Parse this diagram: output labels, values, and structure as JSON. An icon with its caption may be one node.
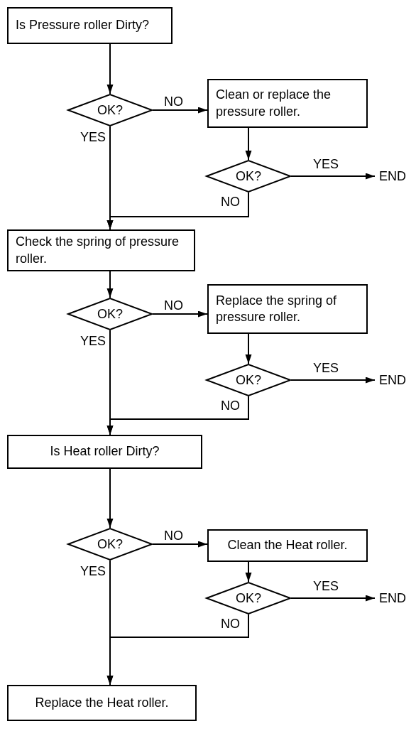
{
  "diagram": {
    "nodes": [
      {
        "text": [
          "Is Pressure roller Dirty?"
        ]
      },
      {
        "text": [
          "OK?"
        ]
      },
      {
        "text": [
          "Clean or replace the pressure roller."
        ]
      },
      {
        "text": [
          "OK?"
        ]
      },
      {
        "text": [
          "END"
        ]
      },
      {
        "text": [
          "Check the spring of pressure roller."
        ]
      },
      {
        "text": [
          "OK?"
        ]
      },
      {
        "text": [
          "Replace the spring of pressure roller."
        ]
      },
      {
        "text": [
          "OK?"
        ]
      },
      {
        "text": [
          "END"
        ]
      },
      {
        "text": [
          "Is Heat roller Dirty?"
        ]
      },
      {
        "text": [
          "OK?"
        ]
      },
      {
        "text": [
          "Clean the Heat roller."
        ]
      },
      {
        "text": [
          "OK?"
        ]
      },
      {
        "text": [
          "END"
        ]
      },
      {
        "text": [
          "Replace the Heat roller."
        ]
      }
    ],
    "edges": [
      {
        "from": 0,
        "to": 1,
        "arrow": "to"
      },
      {
        "from": 1,
        "to": 2,
        "arrow": "to",
        "label": "NO"
      },
      {
        "from": 1,
        "to": 5,
        "arrow": "to",
        "label": "YES"
      },
      {
        "from": 2,
        "to": 3,
        "arrow": "to"
      },
      {
        "from": 3,
        "to": 4,
        "arrow": "to",
        "label": "YES"
      },
      {
        "from": 3,
        "to": 5,
        "arrow": "to",
        "label": "NO"
      },
      {
        "from": 5,
        "to": 6,
        "arrow": "to"
      },
      {
        "from": 6,
        "to": 7,
        "arrow": "to",
        "label": "NO"
      },
      {
        "from": 6,
        "to": 10,
        "arrow": "to",
        "label": "YES"
      },
      {
        "from": 7,
        "to": 8,
        "arrow": "to"
      },
      {
        "from": 8,
        "to": 9,
        "arrow": "to",
        "label": "YES"
      },
      {
        "from": 8,
        "to": 10,
        "arrow": "to",
        "label": "NO"
      },
      {
        "from": 10,
        "to": 11,
        "arrow": "to"
      },
      {
        "from": 11,
        "to": 12,
        "arrow": "to",
        "label": "NO"
      },
      {
        "from": 11,
        "to": 15,
        "arrow": "to",
        "label": "YES"
      },
      {
        "from": 12,
        "to": 13,
        "arrow": "to"
      },
      {
        "from": 13,
        "to": 14,
        "arrow": "to",
        "label": "YES"
      },
      {
        "from": 13,
        "to": 15,
        "arrow": "to",
        "label": "NO"
      }
    ]
  }
}
